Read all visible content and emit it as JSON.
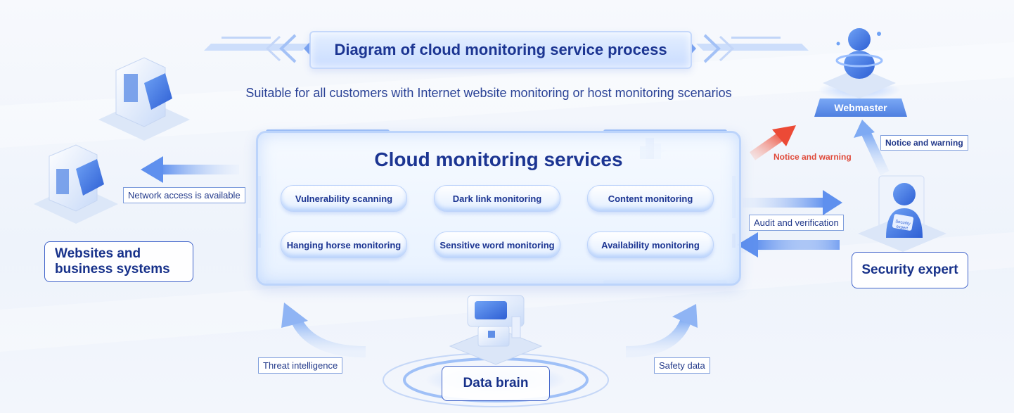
{
  "title": "Diagram of cloud monitoring service process",
  "subtitle": "Suitable for all customers with Internet website monitoring or host monitoring scenarios",
  "service": {
    "title": "Cloud monitoring services",
    "items": [
      "Vulnerability scanning",
      "Dark link monitoring",
      "Content monitoring",
      "Hanging horse monitoring",
      "Sensitive word monitoring",
      "Availability monitoring"
    ]
  },
  "nodes": {
    "websites": "Websites and business systems",
    "security_expert": "Security expert",
    "webmaster": "Webmaster",
    "data_brain": "Data brain"
  },
  "flows": {
    "network_access": "Network access is available",
    "audit": "Audit and verification",
    "notice_from_service": "Notice and warning",
    "notice_from_expert": "Notice and warning",
    "threat_intel": "Threat intelligence",
    "safety_data": "Safety data"
  },
  "colors": {
    "primary_text": "#1c3592",
    "accent_blue": "#4f7fe0",
    "warning_red": "#e04a3a",
    "arrow_light": "#a9c8f8"
  }
}
